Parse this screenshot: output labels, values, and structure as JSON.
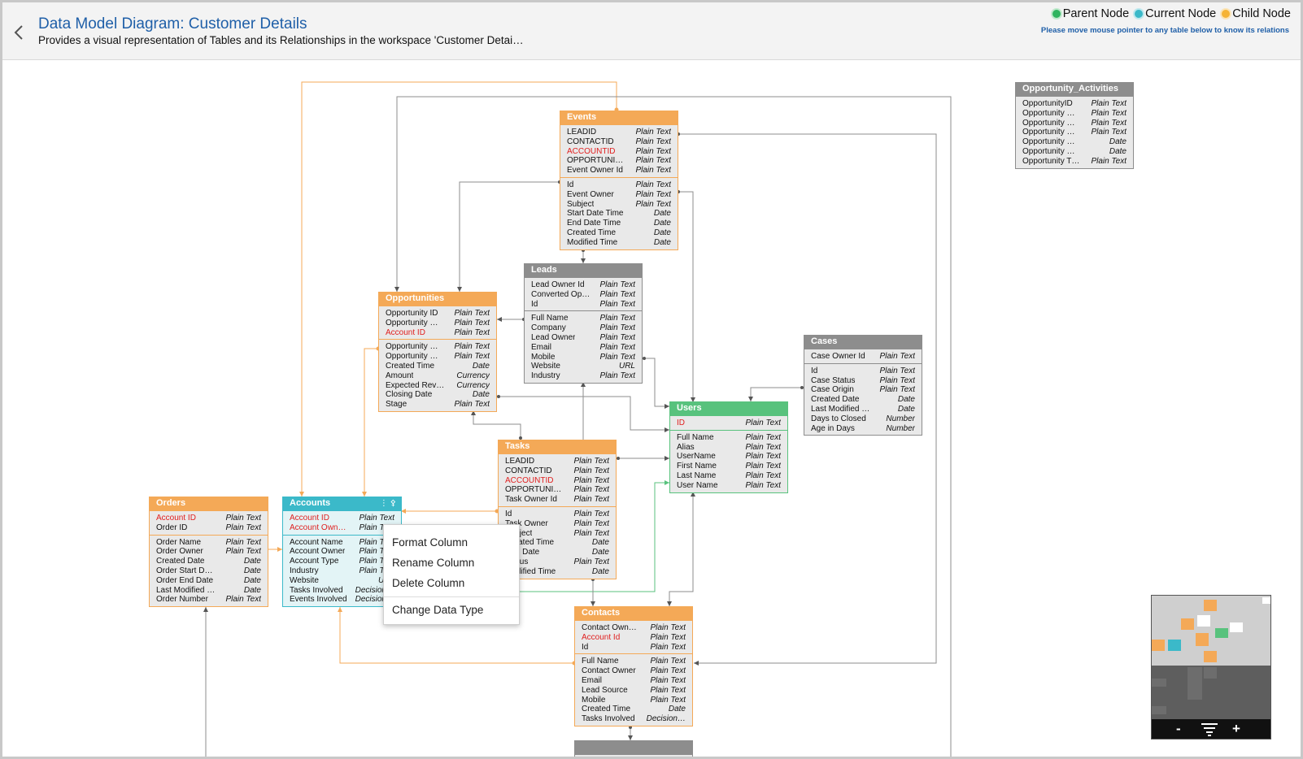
{
  "header": {
    "title": "Data Model Diagram: Customer Details",
    "subtitle": "Provides a visual representation of Tables and its Relationships in the workspace 'Customer Detai…",
    "legend": [
      {
        "label": "Parent Node",
        "color": "#2fb45f"
      },
      {
        "label": "Current Node",
        "color": "#3bb9c9"
      },
      {
        "label": "Child Node",
        "color": "#f5b335"
      }
    ],
    "hint": "Please move mouse pointer to any table below to know its relations"
  },
  "colors": {
    "orange": "#f4a957",
    "gray": "#8d8d8d",
    "green": "#58c27d",
    "teal": "#3bb9c9"
  },
  "tables": {
    "events": {
      "title": "Events",
      "keys": [
        [
          "LEADID",
          "Plain Text"
        ],
        [
          "CONTACTID",
          "Plain Text"
        ],
        [
          "ACCOUNTID",
          "Plain Text"
        ],
        [
          "OPPORTUNI…",
          "Plain Text"
        ],
        [
          "Event Owner Id",
          "Plain Text"
        ]
      ],
      "cols": [
        [
          "Id",
          "Plain Text"
        ],
        [
          "Event Owner",
          "Plain Text"
        ],
        [
          "Subject",
          "Plain Text"
        ],
        [
          "Start Date Time",
          "Date"
        ],
        [
          "End Date Time",
          "Date"
        ],
        [
          "Created Time",
          "Date"
        ],
        [
          "Modified Time",
          "Date"
        ]
      ]
    },
    "leads": {
      "title": "Leads",
      "keys": [
        [
          "Lead Owner Id",
          "Plain Text"
        ],
        [
          "Converted Op…",
          "Plain Text"
        ],
        [
          "Id",
          "Plain Text"
        ]
      ],
      "cols": [
        [
          "Full Name",
          "Plain Text"
        ],
        [
          "Company",
          "Plain Text"
        ],
        [
          "Lead Owner",
          "Plain Text"
        ],
        [
          "Email",
          "Plain Text"
        ],
        [
          "Mobile",
          "Plain Text"
        ],
        [
          "Website",
          "URL"
        ],
        [
          "Industry",
          "Plain Text"
        ]
      ]
    },
    "opportunities": {
      "title": "Opportunities",
      "keys": [
        [
          "Opportunity ID",
          "Plain Text"
        ],
        [
          "Opportunity …",
          "Plain Text"
        ],
        [
          "Account ID",
          "Plain Text"
        ]
      ],
      "cols": [
        [
          "Opportunity …",
          "Plain Text"
        ],
        [
          "Opportunity …",
          "Plain Text"
        ],
        [
          "Created Time",
          "Date"
        ],
        [
          "Amount",
          "Currency"
        ],
        [
          "Expected Rev…",
          "Currency"
        ],
        [
          "Closing Date",
          "Date"
        ],
        [
          "Stage",
          "Plain Text"
        ]
      ]
    },
    "opportunity_activities": {
      "title": "Opportunity_Activities",
      "keys": [],
      "cols": [
        [
          "OpportunityID",
          "Plain Text"
        ],
        [
          "Opportunity …",
          "Plain Text"
        ],
        [
          "Opportunity …",
          "Plain Text"
        ],
        [
          "Opportunity …",
          "Plain Text"
        ],
        [
          "Opportunity …",
          "Date"
        ],
        [
          "Opportunity …",
          "Date"
        ],
        [
          "Opportunity T…",
          "Plain Text"
        ]
      ]
    },
    "cases": {
      "title": "Cases",
      "keys": [
        [
          "Case Owner Id",
          "Plain Text"
        ]
      ],
      "cols": [
        [
          "Id",
          "Plain Text"
        ],
        [
          "Case Status",
          "Plain Text"
        ],
        [
          "Case Origin",
          "Plain Text"
        ],
        [
          "Created Date",
          "Date"
        ],
        [
          "Last Modified …",
          "Date"
        ],
        [
          "Days to Closed",
          "Number"
        ],
        [
          "Age in Days",
          "Number"
        ]
      ]
    },
    "users": {
      "title": "Users",
      "keys": [
        [
          "ID",
          "Plain Text"
        ]
      ],
      "cols": [
        [
          "Full Name",
          "Plain Text"
        ],
        [
          "Alias",
          "Plain Text"
        ],
        [
          "UserName",
          "Plain Text"
        ],
        [
          "First Name",
          "Plain Text"
        ],
        [
          "Last Name",
          "Plain Text"
        ],
        [
          "User Name",
          "Plain Text"
        ]
      ]
    },
    "tasks": {
      "title": "Tasks",
      "keys": [
        [
          "LEADID",
          "Plain Text"
        ],
        [
          "CONTACTID",
          "Plain Text"
        ],
        [
          "ACCOUNTID",
          "Plain Text"
        ],
        [
          "OPPORTUNI…",
          "Plain Text"
        ],
        [
          "Task Owner Id",
          "Plain Text"
        ]
      ],
      "cols": [
        [
          "Id",
          "Plain Text"
        ],
        [
          "Task Owner",
          "Plain Text"
        ],
        [
          "Subject",
          "Plain Text"
        ],
        [
          "Created Time",
          "Date"
        ],
        [
          "Due Date",
          "Date"
        ],
        [
          "Status",
          "Plain Text"
        ],
        [
          "Modified Time",
          "Date"
        ]
      ]
    },
    "orders": {
      "title": "Orders",
      "keys": [
        [
          "Account ID",
          "Plain Text"
        ],
        [
          "Order ID",
          "Plain Text"
        ]
      ],
      "cols": [
        [
          "Order Name",
          "Plain Text"
        ],
        [
          "Order Owner",
          "Plain Text"
        ],
        [
          "Created Date",
          "Date"
        ],
        [
          "Order Start D…",
          "Date"
        ],
        [
          "Order End Date",
          "Date"
        ],
        [
          "Last Modified …",
          "Date"
        ],
        [
          "Order Number",
          "Plain Text"
        ]
      ]
    },
    "accounts": {
      "title": "Accounts",
      "keys": [
        [
          "Account ID",
          "Plain Text"
        ],
        [
          "Account Own…",
          "Plain Text"
        ]
      ],
      "cols": [
        [
          "Account Name",
          "Plain Text"
        ],
        [
          "Account Owner",
          "Plain Text"
        ],
        [
          "Account Type",
          "Plain Text"
        ],
        [
          "Industry",
          "Plain Text"
        ],
        [
          "Website",
          "URL"
        ],
        [
          "Tasks Involved",
          "Decision…"
        ],
        [
          "Events Involved",
          "Decision…"
        ]
      ]
    },
    "contacts": {
      "title": "Contacts",
      "keys": [
        [
          "Contact Own…",
          "Plain Text"
        ],
        [
          "Account Id",
          "Plain Text"
        ],
        [
          "Id",
          "Plain Text"
        ]
      ],
      "cols": [
        [
          "Full Name",
          "Plain Text"
        ],
        [
          "Contact Owner",
          "Plain Text"
        ],
        [
          "Email",
          "Plain Text"
        ],
        [
          "Lead Source",
          "Plain Text"
        ],
        [
          "Mobile",
          "Plain Text"
        ],
        [
          "Created Time",
          "Date"
        ],
        [
          "Tasks Involved",
          "Decision…"
        ]
      ]
    }
  },
  "context_menu": {
    "items": [
      "Format Column",
      "Rename Column",
      "Delete Column"
    ],
    "extra": "Change Data Type"
  },
  "minimap": {
    "zoom_out": "-",
    "zoom_in": "+"
  }
}
